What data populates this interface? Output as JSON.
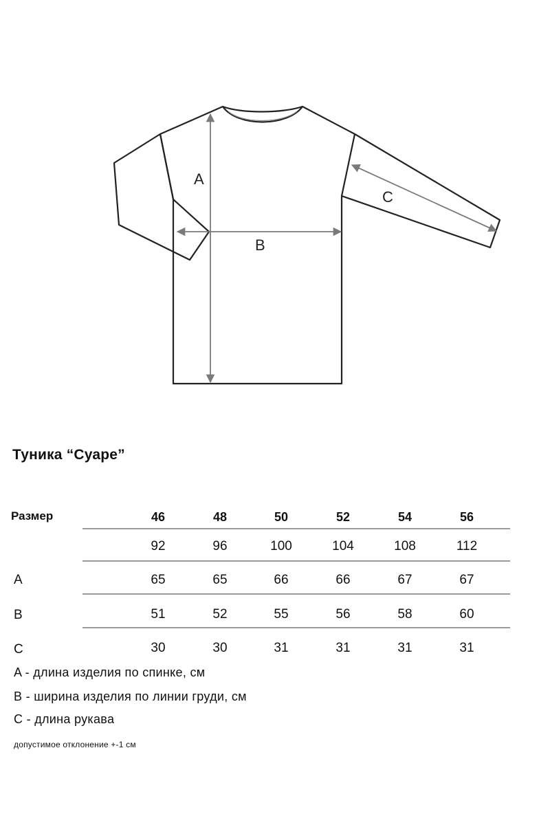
{
  "diagram": {
    "label_a": "A",
    "label_b": "B",
    "label_c": "C",
    "stroke_color": "#222222",
    "arrow_color": "#7a7a7a"
  },
  "title": "Туника “Суаре”",
  "table": {
    "header_label": "Размер",
    "sizes": [
      "46",
      "48",
      "50",
      "52",
      "54",
      "56"
    ],
    "rows": [
      {
        "label": "",
        "values": [
          "92",
          "96",
          "100",
          "104",
          "108",
          "112"
        ]
      },
      {
        "label": "A",
        "values": [
          "65",
          "65",
          "66",
          "66",
          "67",
          "67"
        ]
      },
      {
        "label": "B",
        "values": [
          "51",
          "52",
          "55",
          "56",
          "58",
          "60"
        ]
      },
      {
        "label": "C",
        "values": [
          "30",
          "30",
          "31",
          "31",
          "31",
          "31"
        ]
      }
    ]
  },
  "legend": [
    "A - длина изделия по спинке, см",
    "B - ширина изделия по линии груди, см",
    "C - длина рукава"
  ],
  "note": "допустимое отклонение +-1 см"
}
